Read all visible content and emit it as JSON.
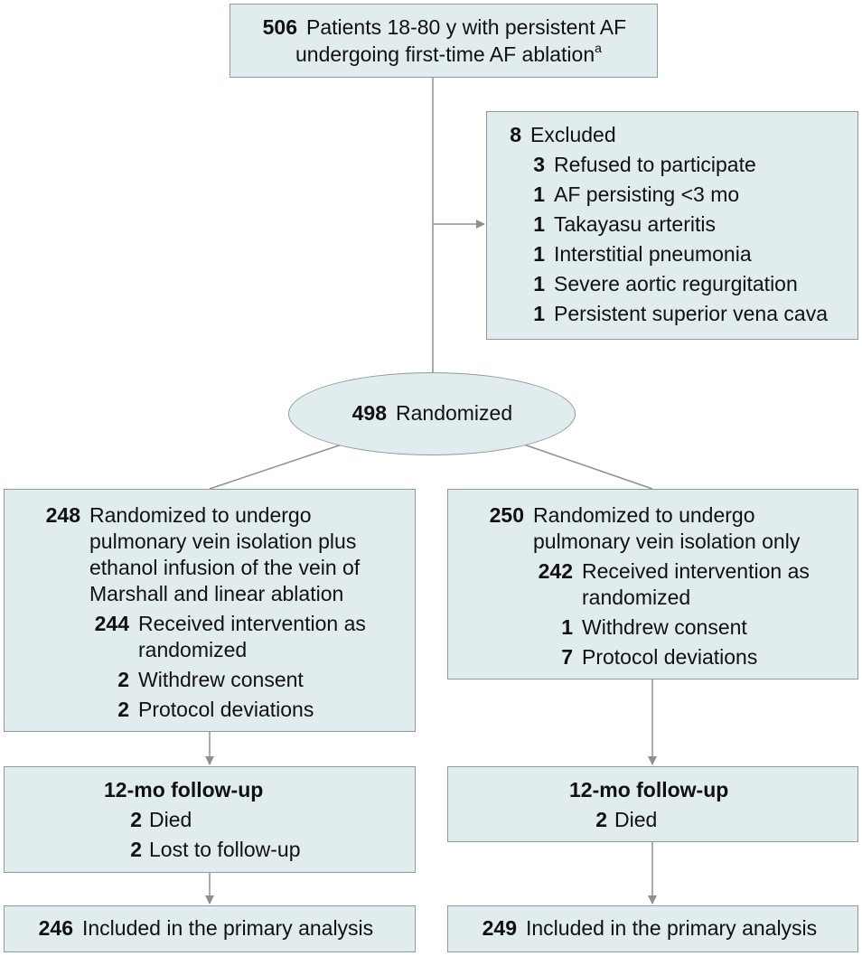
{
  "enrollment": {
    "count": "506",
    "line1": "Patients 18-80 y with persistent AF",
    "line2": "undergoing first-time AF ablation",
    "footnote": "a"
  },
  "excluded": {
    "count": "8",
    "label": "Excluded",
    "items": [
      {
        "count": "3",
        "label": "Refused to participate"
      },
      {
        "count": "1",
        "label": "AF persisting <3 mo"
      },
      {
        "count": "1",
        "label": "Takayasu arteritis"
      },
      {
        "count": "1",
        "label": "Interstitial pneumonia"
      },
      {
        "count": "1",
        "label": "Severe aortic regurgitation"
      },
      {
        "count": "1",
        "label": "Persistent superior vena cava"
      }
    ]
  },
  "randomized": {
    "count": "498",
    "label": "Randomized"
  },
  "left_arm": {
    "allocation": {
      "count": "248",
      "lines": [
        "Randomized to undergo",
        "pulmonary vein isolation plus",
        "ethanol infusion of the vein of",
        "Marshall and linear ablation"
      ],
      "received": {
        "count": "244",
        "lines": [
          "Received intervention as",
          "randomized"
        ]
      },
      "items": [
        {
          "count": "2",
          "label": "Withdrew consent"
        },
        {
          "count": "2",
          "label": "Protocol deviations"
        }
      ]
    },
    "followup": {
      "title": "12-mo follow-up",
      "items": [
        {
          "count": "2",
          "label": "Died"
        },
        {
          "count": "2",
          "label": "Lost to follow-up"
        }
      ]
    },
    "analysis": {
      "count": "246",
      "label": "Included in the primary analysis"
    }
  },
  "right_arm": {
    "allocation": {
      "count": "250",
      "lines": [
        "Randomized to undergo",
        "pulmonary vein isolation only"
      ],
      "received": {
        "count": "242",
        "lines": [
          "Received intervention as",
          "randomized"
        ]
      },
      "items": [
        {
          "count": "1",
          "label": "Withdrew consent"
        },
        {
          "count": "7",
          "label": "Protocol deviations"
        }
      ]
    },
    "followup": {
      "title": "12-mo follow-up",
      "items": [
        {
          "count": "2",
          "label": "Died"
        }
      ]
    },
    "analysis": {
      "count": "249",
      "label": "Included in the primary analysis"
    }
  },
  "colors": {
    "box_fill": "#e1ecee",
    "box_border": "#8f9a9c",
    "connector": "#8f8f8f"
  }
}
